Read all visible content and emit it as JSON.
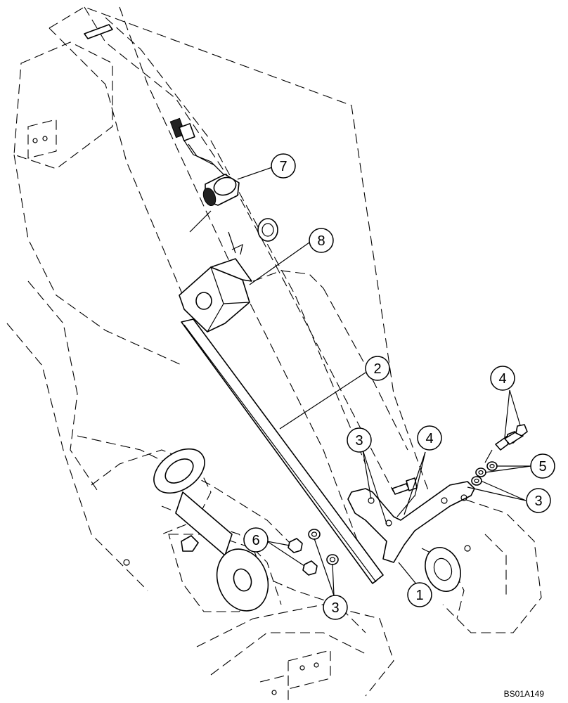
{
  "drawing_code": "BS01A149",
  "callouts": {
    "c7": "7",
    "c8": "8",
    "c2": "2",
    "c3a": "3",
    "c4a": "4",
    "c4b": "4",
    "c5": "5",
    "c3b": "3",
    "c6": "6",
    "c3c": "3",
    "c1": "1"
  }
}
